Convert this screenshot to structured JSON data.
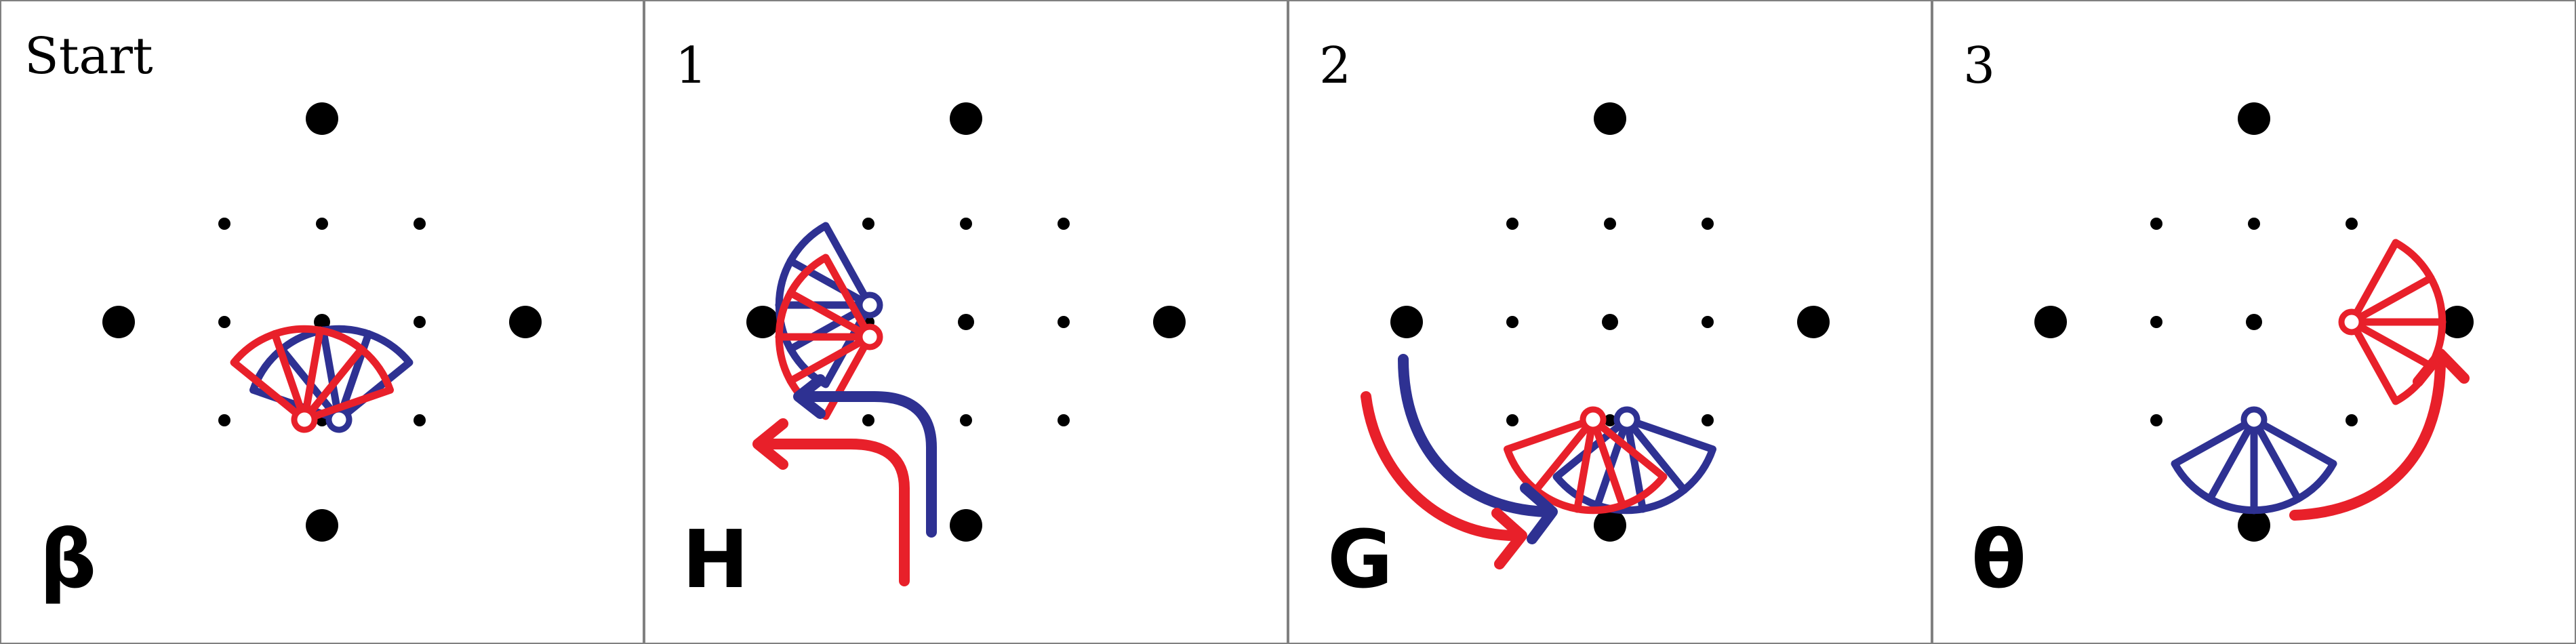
{
  "colors": {
    "red": "#e8202a",
    "blue": "#2e3192",
    "dots": "#000000",
    "border": "#808080",
    "background": "#ffffff"
  },
  "panels": [
    {
      "label": "Start",
      "code": "β"
    },
    {
      "label": "1",
      "code": "H"
    },
    {
      "label": "2",
      "code": "G"
    },
    {
      "label": "3",
      "code": "θ"
    }
  ]
}
